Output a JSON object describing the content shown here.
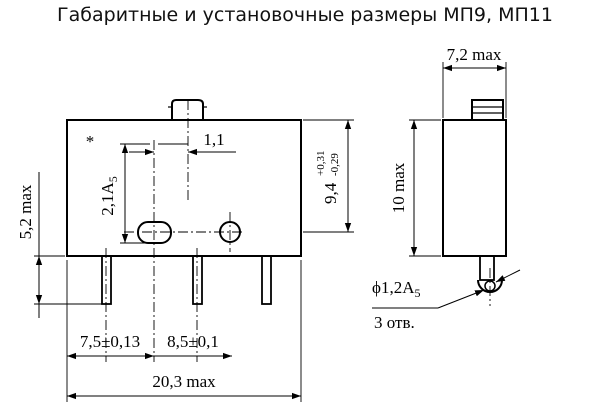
{
  "title": "Габаритные и установочные размеры МП9, МП11",
  "dimensions": {
    "width_max": "7,2 max",
    "offset_1_1": "1,1",
    "asterisk": "*",
    "pos_2_1_main": "2,1A",
    "pos_2_1_sub": "5",
    "height_main": "9,4",
    "height_tol_upper": "+0,31",
    "height_tol_lower": "-0,29",
    "side_height": "10 max",
    "left_height": "5,2 max",
    "hole_dia_main": "ϕ1,2A",
    "hole_dia_sub": "5",
    "hole_count": "3 отв.",
    "pitch_left": "7,5±0,13",
    "pitch_right": "8,5±0,1",
    "length_max": "20,3 max"
  }
}
